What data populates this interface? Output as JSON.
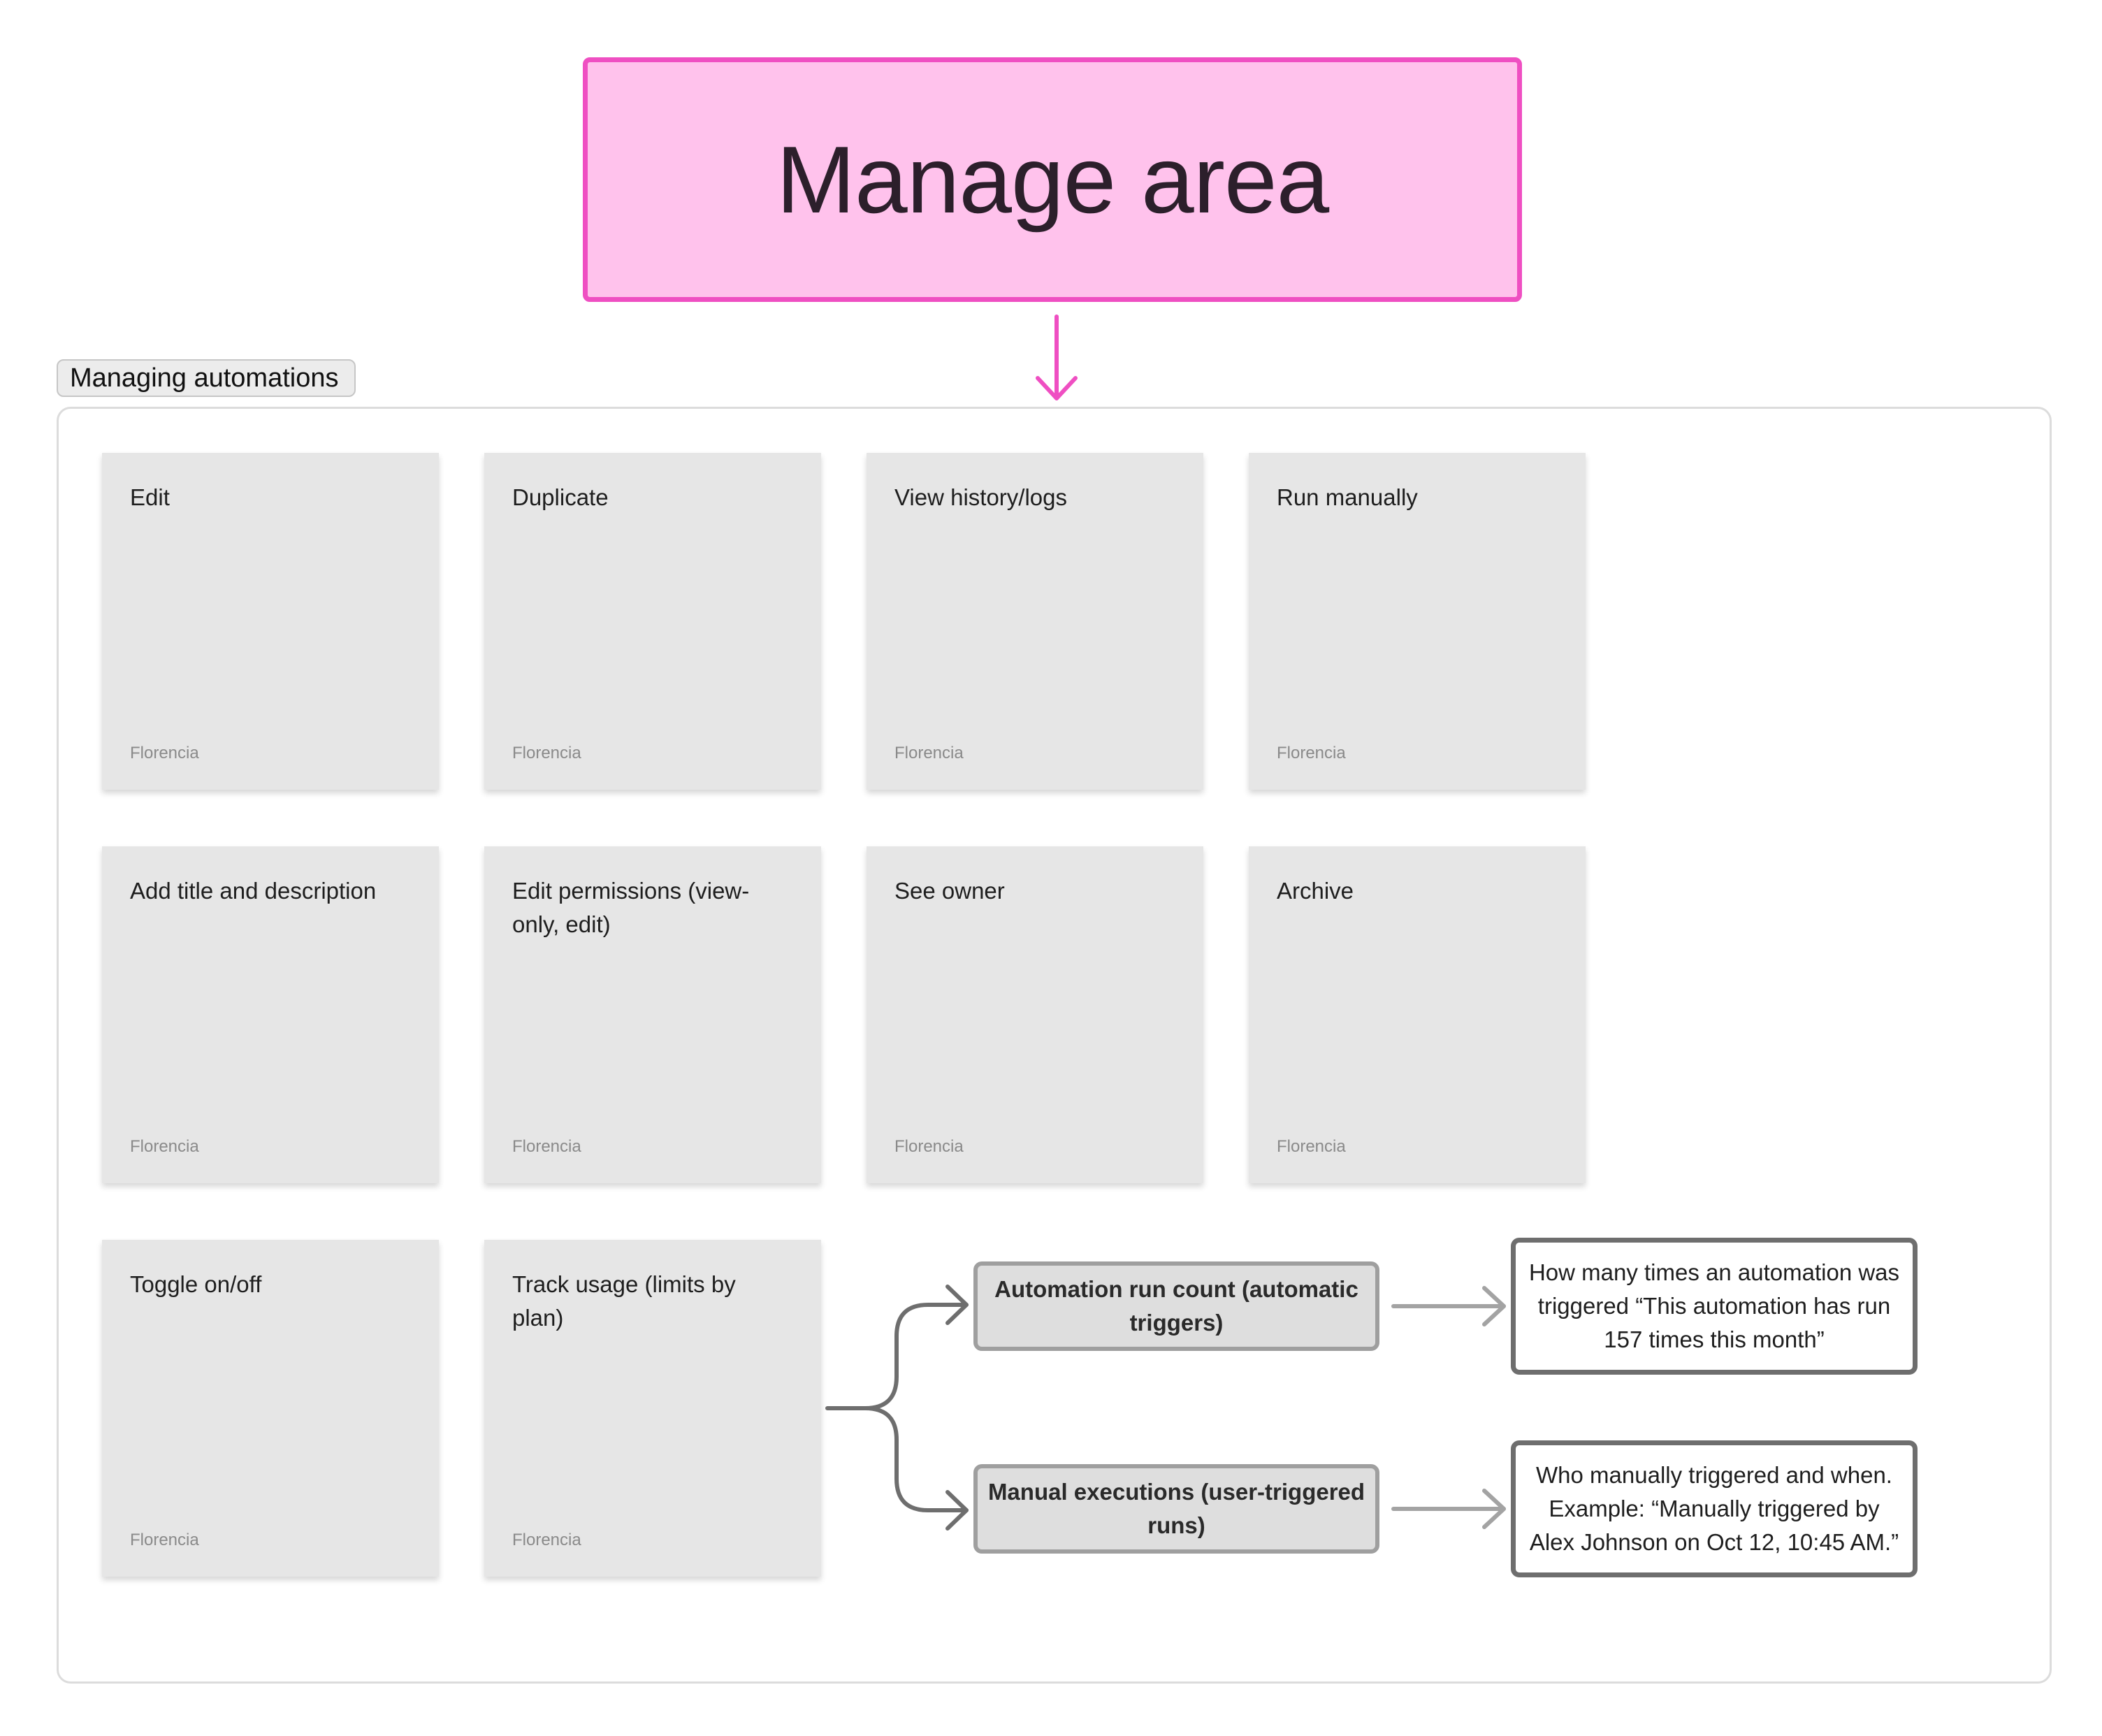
{
  "title": "Manage area",
  "section": {
    "tag": "Managing automations"
  },
  "stickies": [
    {
      "label": "Edit",
      "author": "Florencia"
    },
    {
      "label": "Duplicate",
      "author": "Florencia"
    },
    {
      "label": "View history/logs",
      "author": "Florencia"
    },
    {
      "label": "Run manually",
      "author": "Florencia"
    },
    {
      "label": "Add title and description",
      "author": "Florencia"
    },
    {
      "label": "Edit permissions (view-only, edit)",
      "author": "Florencia"
    },
    {
      "label": "See owner",
      "author": "Florencia"
    },
    {
      "label": "Archive",
      "author": "Florencia"
    },
    {
      "label": "Toggle on/off",
      "author": "Florencia"
    },
    {
      "label": "Track usage (limits by plan)",
      "author": "Florencia"
    }
  ],
  "usage_branches": [
    {
      "label": "Automation run count (automatic triggers)",
      "detail": "How many times an automation was triggered “This automation has run 157 times this month”"
    },
    {
      "label": "Manual executions (user-triggered runs)",
      "detail": "Who manually triggered and when. Example: “Manually triggered by Alex Johnson on Oct 12, 10:45 AM.”"
    }
  ],
  "colors": {
    "title_fill": "#ffc2ec",
    "title_border": "#ef4fc2",
    "sticky_fill": "#e6e6e6",
    "connector_gray": "#6e6e6e",
    "arrow_light_gray": "#a3a3a3"
  }
}
